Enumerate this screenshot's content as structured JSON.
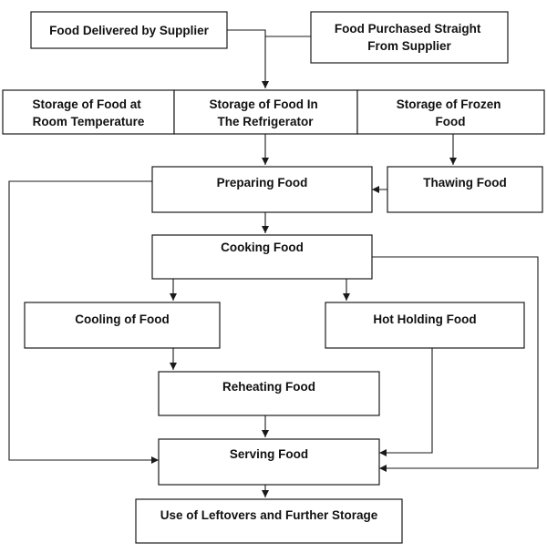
{
  "nodes": {
    "delivered": {
      "label": "Food Delivered by Supplier"
    },
    "purchased": {
      "label_lines": [
        "Food Purchased Straight",
        "From Supplier"
      ]
    },
    "storage_room": {
      "label_lines": [
        "Storage of Food at",
        "Room Temperature"
      ]
    },
    "storage_fridge": {
      "label_lines": [
        "Storage of Food In",
        "The Refrigerator"
      ]
    },
    "storage_frozen": {
      "label_lines": [
        "Storage of Frozen",
        "Food"
      ]
    },
    "preparing": {
      "label": "Preparing Food"
    },
    "thawing": {
      "label": "Thawing Food"
    },
    "cooking": {
      "label": "Cooking Food"
    },
    "cooling": {
      "label": "Cooling of Food"
    },
    "hot_holding": {
      "label": "Hot Holding Food"
    },
    "reheating": {
      "label": "Reheating Food"
    },
    "serving": {
      "label": "Serving Food"
    },
    "leftovers": {
      "label": "Use of Leftovers and Further Storage"
    }
  },
  "edges": [
    {
      "from": "delivered",
      "to": "storage"
    },
    {
      "from": "purchased",
      "to": "storage"
    },
    {
      "from": "storage_fridge",
      "to": "preparing"
    },
    {
      "from": "storage_frozen",
      "to": "thawing"
    },
    {
      "from": "thawing",
      "to": "preparing"
    },
    {
      "from": "preparing",
      "to": "cooking"
    },
    {
      "from": "preparing",
      "to": "serving"
    },
    {
      "from": "cooking",
      "to": "cooling"
    },
    {
      "from": "cooking",
      "to": "hot_holding"
    },
    {
      "from": "cooking",
      "to": "serving"
    },
    {
      "from": "cooling",
      "to": "reheating"
    },
    {
      "from": "reheating",
      "to": "serving"
    },
    {
      "from": "hot_holding",
      "to": "serving"
    },
    {
      "from": "serving",
      "to": "leftovers"
    }
  ]
}
